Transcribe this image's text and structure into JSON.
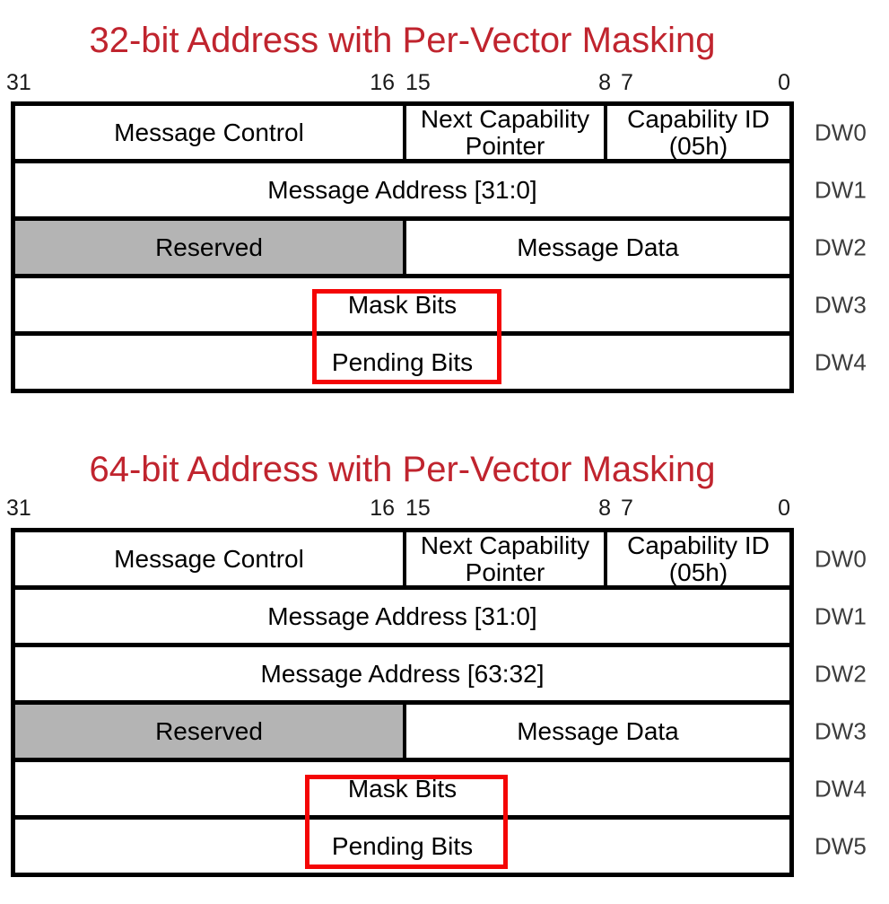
{
  "colors": {
    "title_red": "#c0242e",
    "highlight_red": "#f40505",
    "reserved_gray": "#b4b4b4",
    "line_black": "#000000",
    "dw_label_gray": "#3c3c3c"
  },
  "diagrams": [
    {
      "title": "32-bit Address with Per-Vector Masking",
      "bits": [
        "31",
        "16",
        "15",
        "8",
        "7",
        "0"
      ],
      "rows": [
        {
          "dw": "DW0",
          "cells": [
            {
              "text": "Message Control"
            },
            {
              "lines": [
                "Next Capability",
                "Pointer"
              ]
            },
            {
              "lines": [
                "Capability ID",
                "(05h)"
              ]
            }
          ]
        },
        {
          "dw": "DW1",
          "cells": [
            {
              "text": "Message Address [31:0]"
            }
          ]
        },
        {
          "dw": "DW2",
          "cells": [
            {
              "text": "Reserved"
            },
            {
              "text": "Message Data"
            }
          ]
        },
        {
          "dw": "DW3",
          "cells": [
            {
              "text": "Mask Bits"
            }
          ]
        },
        {
          "dw": "DW4",
          "cells": [
            {
              "text": "Pending Bits"
            }
          ]
        }
      ]
    },
    {
      "title": "64-bit Address with Per-Vector Masking",
      "bits": [
        "31",
        "16",
        "15",
        "8",
        "7",
        "0"
      ],
      "rows": [
        {
          "dw": "DW0",
          "cells": [
            {
              "text": "Message Control"
            },
            {
              "lines": [
                "Next Capability",
                "Pointer"
              ]
            },
            {
              "lines": [
                "Capability ID",
                "(05h)"
              ]
            }
          ]
        },
        {
          "dw": "DW1",
          "cells": [
            {
              "text": "Message Address [31:0]"
            }
          ]
        },
        {
          "dw": "DW2",
          "cells": [
            {
              "text": "Message Address [63:32]"
            }
          ]
        },
        {
          "dw": "DW3",
          "cells": [
            {
              "text": "Reserved"
            },
            {
              "text": "Message Data"
            }
          ]
        },
        {
          "dw": "DW4",
          "cells": [
            {
              "text": "Mask Bits"
            }
          ]
        },
        {
          "dw": "DW5",
          "cells": [
            {
              "text": "Pending Bits"
            }
          ]
        }
      ]
    }
  ]
}
